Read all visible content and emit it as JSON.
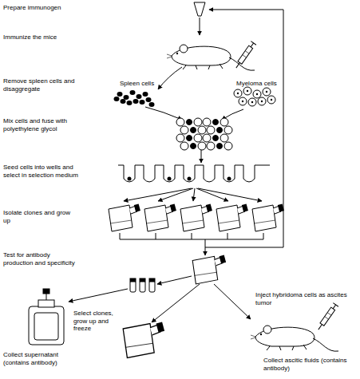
{
  "diagram": {
    "labels": [
      "Prepare immunogen",
      "Immunize the mice",
      "Remove spleen cells and disaggregate",
      "Spleen cells",
      "Myeloma cells",
      "Mix cells and fuse with polyethylene glycol",
      "Seed cells into wells and select in selection medium",
      "Isolate clones and grow up",
      "Test for antibody production and specificity",
      "Select clones, grow up and freeze",
      "Inject hybridoma cells as ascites tumor",
      "Collect supernatant (contains antibody)",
      "Collect ascitic fluids (contains antibody)"
    ]
  }
}
